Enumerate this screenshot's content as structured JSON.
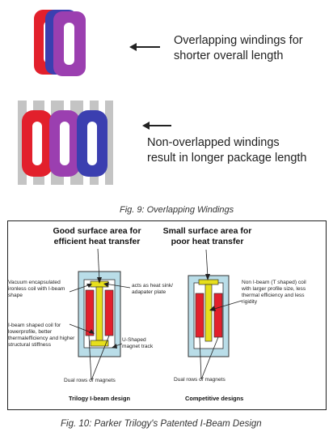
{
  "fig9": {
    "label_overlap": "Overlapping windings for shorter overall length",
    "label_nonoverlap": "Non-overlapped windings result in longer package length",
    "caption": "Fig. 9:  Overlapping Windings"
  },
  "fig10": {
    "head_left": "Good surface area for efficient heat transfer",
    "head_right": "Small surface area for poor heat transfer",
    "note_vacuum": "Vacuum encapsulated ironless coil with I-beam shape",
    "note_heatsink": "acts as heat sink/ adapater plate",
    "note_ibeam": "I-beam shaped coil for lowerprofile, better thermalefficiency and higher structural stiffness",
    "note_ushaped": "U-Shaped magnet track",
    "note_nonibeam": "Non I-beam (T shaped) coil with larger profile size, less thermal efficiency and less rigidity",
    "magnets_left": "Dual rows of magnets",
    "magnets_right": "Dual rows of magnets",
    "design_left": "Trilogy I-beam design",
    "design_right": "Competitive designs",
    "caption": "Fig. 10:  Parker Trilogy's Patented I-Beam Design"
  },
  "colors": {
    "coil_red": "#e2202c",
    "coil_purple": "#9b3fb0",
    "coil_blue": "#3b3fb0",
    "track_gray": "#b7b7b7",
    "housing_blue": "#b9dde8",
    "beam_yellow": "#e7df1c"
  }
}
